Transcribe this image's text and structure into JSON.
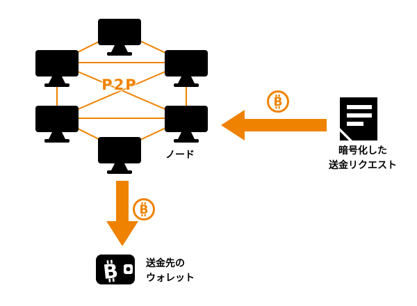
{
  "colors": {
    "accent": "#EF8200",
    "icon": "#000000",
    "background": "#FFFFFF"
  },
  "network": {
    "p2p_label": "P2P",
    "node_label": "ノード",
    "node_count": 6
  },
  "request": {
    "label_line1": "暗号化した",
    "label_line2": "送金リクエスト"
  },
  "wallet": {
    "label_line1": "送金先の",
    "label_line2": "ウォレット"
  },
  "icons": {
    "bitcoin_letter": "B"
  }
}
